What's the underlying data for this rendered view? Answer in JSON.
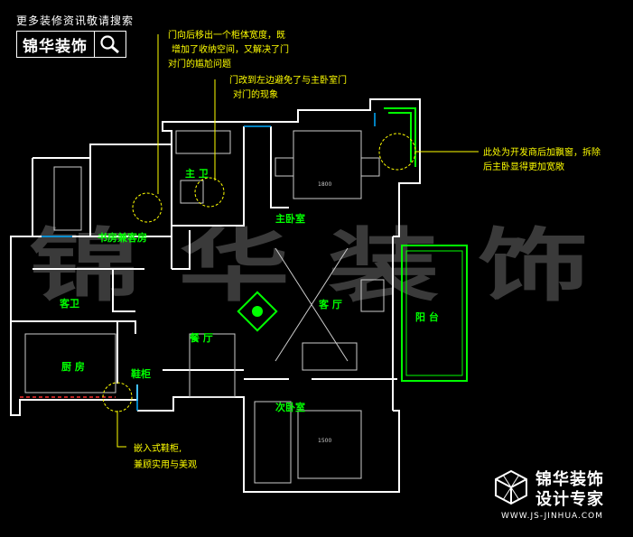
{
  "header": {
    "promo": "更多装修资讯敬请搜索",
    "brand": "锦华装饰"
  },
  "watermark": "锦 华 装 饰",
  "rooms": {
    "study": "书房兼客房",
    "master_bath": "主 卫",
    "master_bedroom": "主卧室",
    "guest_bath": "客卫",
    "living": "客 厅",
    "balcony": "阳 台",
    "kitchen": "厨 房",
    "dining": "餐 厅",
    "shoe_cabinet": "鞋柜",
    "second_bedroom": "次卧室"
  },
  "dimensions": {
    "master_bed": "1800",
    "second_bed": "1500"
  },
  "annotations": {
    "note1": [
      "门向后移出一个柜体宽度，既",
      "增加了收纳空间，又解决了门",
      "对门的尴尬问题"
    ],
    "note2": [
      "门改到左边避免了与主卧室门",
      "对门的现象"
    ],
    "note3": [
      "此处为开发商后加飘窗，拆除",
      "后主卧显得更加宽敞"
    ],
    "note4": [
      "嵌入式鞋柜,",
      "兼顾实用与美观"
    ]
  },
  "footer": {
    "line1": "锦华装饰",
    "line2": "设计专家",
    "url": "WWW.JS-JINHUA.COM"
  },
  "colors": {
    "background": "#000000",
    "walls": "#ffffff",
    "room_labels": "#00ff00",
    "annotations": "#ffff00",
    "windows": "#00ff00",
    "doors": "#00aaff"
  }
}
